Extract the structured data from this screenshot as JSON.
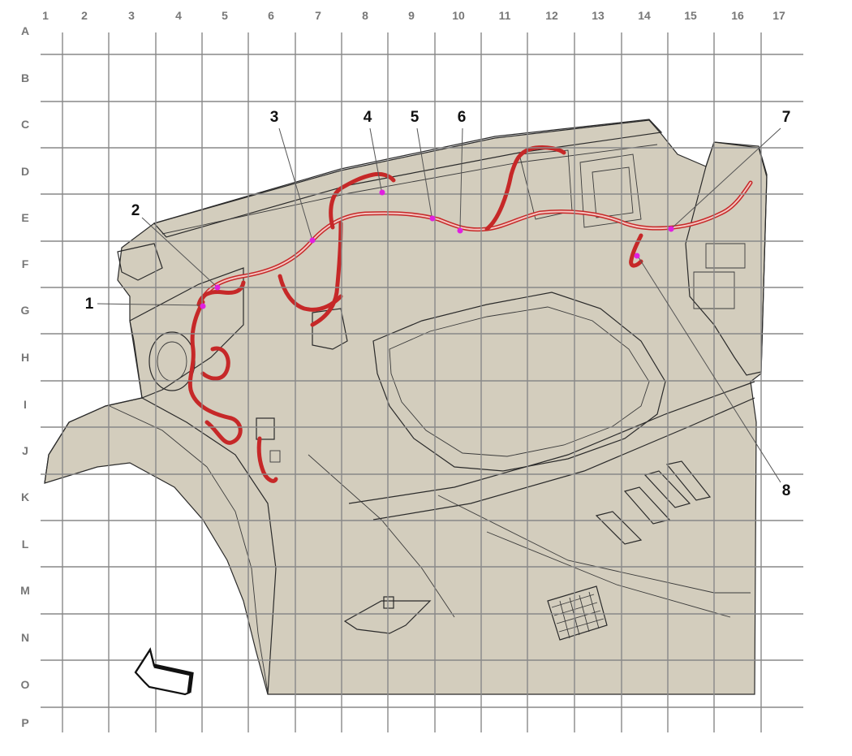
{
  "grid": {
    "columns": [
      "1",
      "2",
      "3",
      "4",
      "5",
      "6",
      "7",
      "8",
      "9",
      "10",
      "11",
      "12",
      "13",
      "14",
      "15",
      "16",
      "17"
    ],
    "rows": [
      "A",
      "B",
      "C",
      "D",
      "E",
      "F",
      "G",
      "H",
      "I",
      "J",
      "K",
      "L",
      "M",
      "N",
      "O",
      "P"
    ]
  },
  "callouts": [
    {
      "label": "1"
    },
    {
      "label": "2"
    },
    {
      "label": "3"
    },
    {
      "label": "4"
    },
    {
      "label": "5"
    },
    {
      "label": "6"
    },
    {
      "label": "7"
    },
    {
      "label": "8"
    }
  ],
  "colors": {
    "body_fill": "#d3cdbd",
    "harness": "#c62828",
    "connector_dot": "#e020e0",
    "grid": "#888888"
  },
  "icons": {
    "orientation": "forward-arrow-icon"
  }
}
